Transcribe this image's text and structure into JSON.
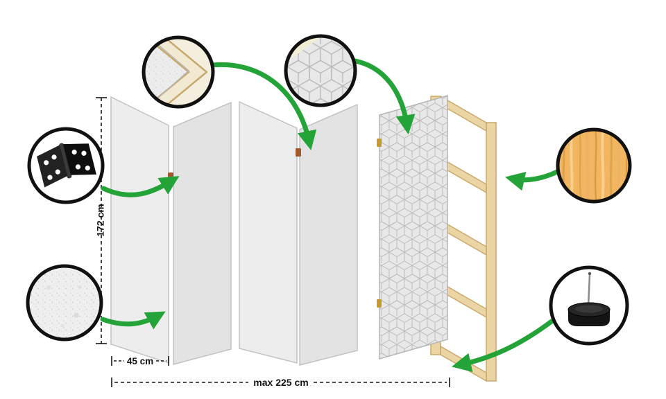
{
  "dimensions": {
    "height_label": "172 cm",
    "panel_width_label": "45 cm",
    "total_width_label": "max 225 cm"
  },
  "colors": {
    "arrow_green": "#24a339",
    "panel_gray": "#ededed",
    "panel_gray_shaded": "#e3e3e3",
    "pattern_panel_gray": "#e8e8e8",
    "pattern_line_gray": "#bcbcbc",
    "wood_frame_tan": "#ecd5a4",
    "wood_frame_edge": "#c9a96b",
    "wood_texture_orange": "#f3b660",
    "hinge_black": "#1c1c1c",
    "foot_black": "#141414",
    "circle_border_black": "#111111",
    "hinge_dot_brown": "#a05a2c",
    "hinge_dot_gold": "#c79a2e"
  },
  "icons": {
    "hinge": "hinge-icon",
    "fleece": "fleece-texture-icon",
    "frame_corner": "frame-corner-icon",
    "pattern_fabric": "pattern-fabric-icon",
    "wood": "wood-texture-icon",
    "foot": "foot-icon"
  }
}
